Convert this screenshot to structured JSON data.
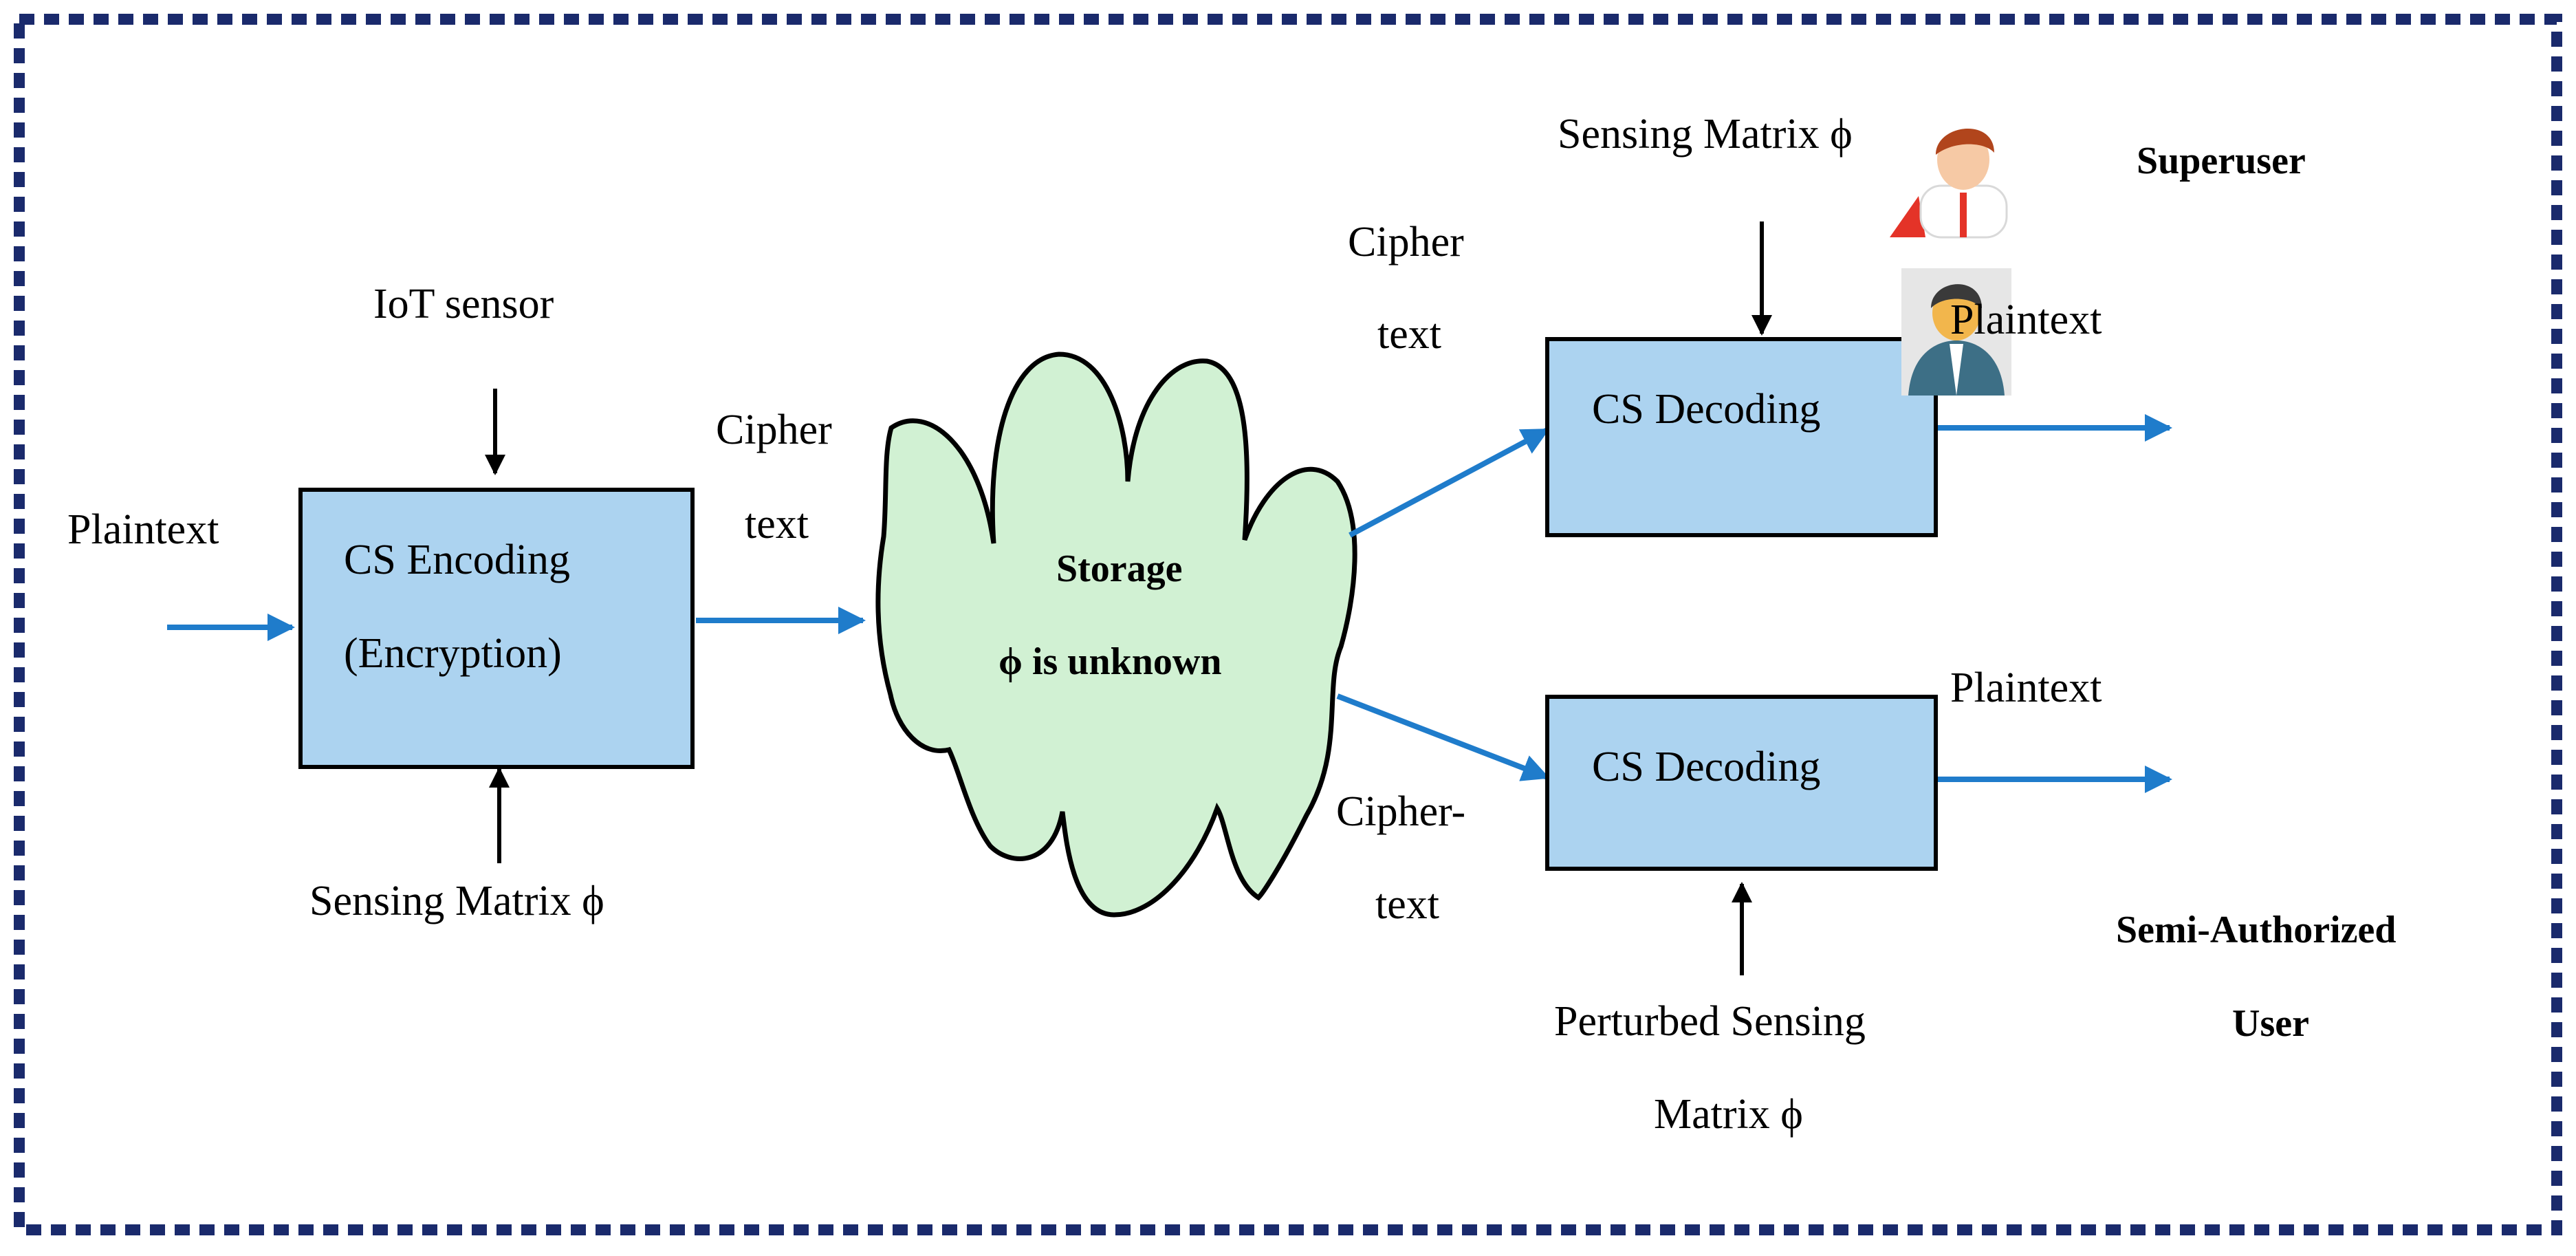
{
  "colors": {
    "frame": "#1a2a6c",
    "box_fill": "#acd3f0",
    "cloud_fill": "#d1f1d3",
    "arrow_blue": "#1f7ccb",
    "arrow_black": "#000000"
  },
  "icons": [
    "superuser-avatar-icon",
    "user-avatar-icon"
  ],
  "encoder": {
    "line1": "CS Encoding",
    "line2": "(Encryption)"
  },
  "iot_sensor": "IoT sensor",
  "input_plaintext": "Plaintext",
  "sensing_matrix": "Sensing Matrix ϕ",
  "cipher_text_1": {
    "line1": "Cipher",
    "line2": "text"
  },
  "storage": {
    "line1": "Storage",
    "line2": "ϕ is unknown"
  },
  "upper": {
    "cipher": {
      "line1": "Cipher",
      "line2": "text"
    },
    "sensing_matrix": "Sensing Matrix ϕ",
    "decoder": "CS Decoding",
    "plaintext": "Plaintext",
    "role": "Superuser"
  },
  "lower": {
    "cipher": {
      "line1": "Cipher-",
      "line2": "text"
    },
    "decoder": "CS Decoding",
    "plaintext": "Plaintext",
    "perturbed": {
      "line1": "Perturbed Sensing",
      "line2": "Matrix ϕ"
    },
    "role": {
      "line1": "Semi-Authorized",
      "line2": "User"
    }
  }
}
